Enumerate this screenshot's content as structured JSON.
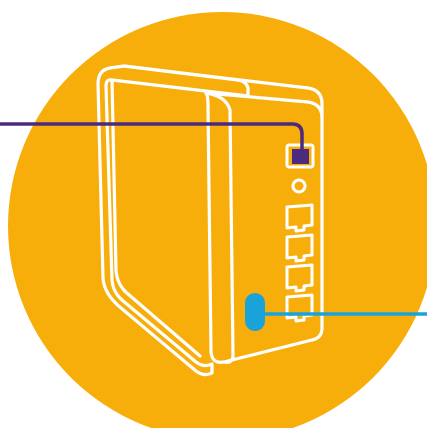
{
  "scene": {
    "description_icon": "router-back-panel-icon",
    "colors": {
      "circle_background": "#F7AE0B",
      "outline": "#FFFFFF",
      "wan_cable": "#4B2A7F",
      "wan_plug": "#4B2A7F",
      "power_cable": "#1AA3D9",
      "power_plug": "#1AA3D9"
    },
    "ports": {
      "wan_port_count": 1,
      "lan_port_count": 4,
      "power_button_count": 1
    }
  }
}
